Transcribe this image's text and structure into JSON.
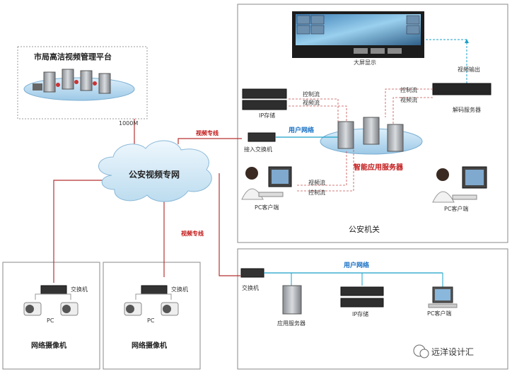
{
  "platform": {
    "title": "市局高洁视频管理平台",
    "speed": "1000M"
  },
  "cloud": {
    "label": "公安视频专网"
  },
  "links": {
    "dedicated_top": "视频专线",
    "dedicated_bottom": "视频专线",
    "user_network_top": "用户网络",
    "user_network_bottom": "用户网络",
    "video_output": "视频输出"
  },
  "police": {
    "title": "公安机关",
    "big_screen": "大屏显示",
    "ip_storage": "IP存储",
    "access_switch": "接入交换机",
    "smart_server": "智能应用服务器",
    "decode_server": "解码服务器",
    "pc_client_left": "PC客户端",
    "pc_client_right": "PC客户端",
    "control_flow_1": "控制流",
    "video_flow_1": "视频流",
    "control_flow_2": "控制流",
    "video_flow_2": "视频流",
    "video_flow_3": "视频流",
    "control_flow_3": "控制流"
  },
  "branch": {
    "switch": "交换机",
    "app_server": "应用服务器",
    "ip_storage": "IP存储",
    "pc_client": "PC客户端"
  },
  "camera_left": {
    "switch": "交换机",
    "pc": "PC",
    "label": "网络摄像机"
  },
  "camera_right": {
    "switch": "交换机",
    "pc": "PC",
    "label": "网络摄像机"
  },
  "watermark": "远洋设计汇",
  "colors": {
    "red_line": "#b83232",
    "blue_line": "#1aa0c8",
    "cloud": "#d6eaf6",
    "dark_device": "#3a3a3a",
    "frame_border": "#8a8a8a",
    "label_red": "#c21818",
    "label_blue": "#1670c4"
  }
}
